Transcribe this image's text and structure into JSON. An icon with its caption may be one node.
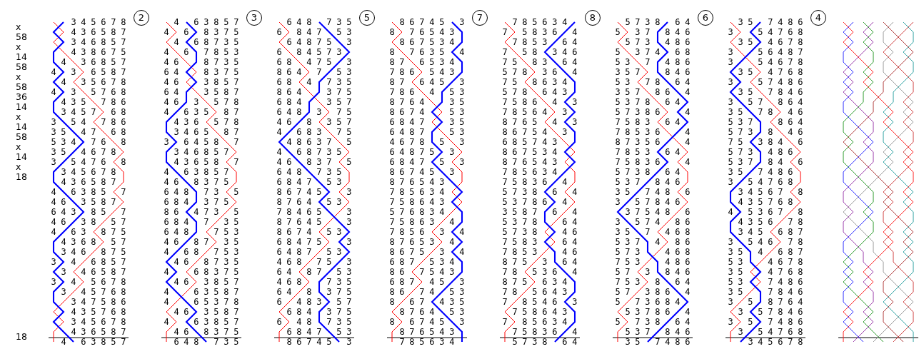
{
  "diagram": {
    "nodes": [
      {
        "text": [
          "2"
        ]
      },
      {
        "text": [
          "3"
        ]
      },
      {
        "text": [
          "5"
        ]
      },
      {
        "text": [
          "7"
        ]
      },
      {
        "text": [
          "8"
        ]
      },
      {
        "text": [
          "6"
        ]
      },
      {
        "text": [
          "4"
        ]
      }
    ],
    "labels": [
      "x",
      "58",
      "x",
      "14",
      "58",
      "x",
      "58",
      "36",
      "14",
      "x",
      "14",
      "58",
      "x",
      "14",
      "x",
      "18",
      "18",
      "3 4 5 6 7 8",
      "4 3 6 5 8 7",
      "3 4 6 8 5 7",
      "4 3 8 6 7 5",
      "4 3 6 8 5 7",
      "4 3 6 5 8 7",
      "4 3 5 6 7 8",
      "4 3 5 7 6 8",
      "4 3 5 7 8 6",
      "3 4 5 7 6 8",
      "3 5 4 7 8 6",
      "3 5 4 7 6 8",
      "5 3 4 7 6 8",
      "3 5 4 6 7 8",
      "3 5 4 7 6 8",
      "3 4 5 6 7 8",
      "4 3 6 5 8 7",
      "4 6 3 8 5 7",
      "4 6 3 5 8 7",
      "6 4 3 8 5 7",
      "4 6 3 8 5 7",
      "4 6 3 8 7 5",
      "4 3 6 8 5 7",
      "3 4 6 8 7 5",
      "3 4 6 8 5 7",
      "3 4 6 5 8 7",
      "3 4 5 6 7 8",
      "3 4 5 7 6 8",
      "3 4 7 5 8 6",
      "4 3 5 7 6 8",
      "3 4 5 6 7 8",
      "4 3 6 5 8 7",
      "4 6 3 8 5 7",
      "4 6 3 8 5 7",
      "4 6 8 3 7 5",
      "4 6 8 7 3 5",
      "4 6 7 8 5 3",
      "4 6 8 7 3 5",
      "6 4 8 3 7 5",
      "4 6 3 8 5 7",
      "6 4 3 5 8 7",
      "4 6 3 5 7 8",
      "4 6 3 5 8 7",
      "4 3 6 5 7 8",
      "3 4 6 5 8 7",
      "3 6 4 5 8 7",
      "3 4 6 8 5 7",
      "4 3 6 5 8 7",
      "4 6 3 8 5 7",
      "4 6 8 3 7 5",
      "6 4 8 7 3 5",
      "6 8 4 3 7 5",
      "8 6 4 7 3 5",
      "6 8 4 7 3 5",
      "6 4 8 7 5 3",
      "4 6 8 7 3 5",
      "4 6 8 7 5 3",
      "4 6 8 7 3 5",
      "4 6 8 3 7 5",
      "4 6 3 8 5 7",
      "4 6 3 5 8 7",
      "4 6 5 3 7 8",
      "4 6 3 5 8 7",
      "4 6 3 8 5 7",
      "4 6 8 3 7 5",
      "6 4 8 7 3 5",
      "6 4 8 7 3 5",
      "6 8 4 7 5 3",
      "6 4 8 7 5 3",
      "6 8 4 5 7 3",
      "6 8 4 7 5 3",
      "8 6 4 7 5 3",
      "6 8 4 7 3 5",
      "8 6 4 3 7 5",
      "6 8 4 3 5 7",
      "6 4 8 3 7 5",
      "4 6 8 3 5 7",
      "4 6 8 3 7 5",
      "4 8 6 3 7 5",
      "4 6 8 7 3 5",
      "4 6 8 3 7 5",
      "6 4 8 7 3 5",
      "6 8 4 7 5 3",
      "8 6 7 4 5 3",
      "8 7 6 4 5 3",
      "7 8 4 6 5 3",
      "8 7 6 4 5 3",
      "8 6 7 4 5 3",
      "6 8 4 7 5 3",
      "6 4 8 7 5 3",
      "4 6 8 7 5 3",
      "6 4 8 7 5 3",
      "4 6 8 7 3 5",
      "6 4 8 3 7 5",
      "6 4 8 3 5 7",
      "6 8 4 3 7 5",
      "6 4 8 7 3 5",
      "6 8 4 7 5 3",
      "8 6 7 4 5 3",
      "8 6 7 4 5 3",
      "8 7 6 5 4 3",
      "8 6 7 5 3 4",
      "8 7 6 3 5 4",
      "8 7 6 5 3 4",
      "7 8 6 5 4 3",
      "8 7 6 4 5 3",
      "7 8 6 4 5 3",
      "8 7 6 4 3 5",
      "8 6 7 4 5 3",
      "6 8 4 7 3 5",
      "6 4 8 7 5 3",
      "4 6 7 8 5 3",
      "6 4 8 7 5 3",
      "6 8 4 7 5 3",
      "8 6 7 4 5 3",
      "8 7 6 5 4 3",
      "7 8 5 6 3 4",
      "7 5 8 6 4 3",
      "5 7 6 8 3 4",
      "7 5 8 6 3 4",
      "7 8 5 6 3 4",
      "8 7 6 5 3 4",
      "8 6 7 5 3 4",
      "6 8 7 5 3 4",
      "8 6 7 5 4 3",
      "6 8 7 4 5 3",
      "8 6 7 4 5 3",
      "8 6 7 4 3 5",
      "8 7 6 4 5 3",
      "8 6 7 4 5 3",
      "8 7 6 5 4 3",
      "7 8 5 6 3 4",
      "7 8 5 6 3 4",
      "7 5 8 3 6 4",
      "7 8 5 3 6 4",
      "7 5 8 3 4 6",
      "7 5 8 3 6 4",
      "5 7 8 3 6 4",
      "7 5 8 6 3 4",
      "5 7 8 6 4 3",
      "7 5 8 6 4 3",
      "7 8 5 6 4 3",
      "8 7 6 5 4 3",
      "8 6 7 5 4 3",
      "6 8 5 7 4 3",
      "8 6 7 5 3 4",
      "8 7 6 5 4 3",
      "7 8 5 6 3 4",
      "7 5 8 3 6 4",
      "5 7 3 8 6 4",
      "5 3 7 8 6 4",
      "3 5 8 7 6 4",
      "5 3 7 8 6 4",
      "5 7 3 8 4 6",
      "7 5 8 3 6 4",
      "7 8 5 3 4 6",
      "8 7 5 3 6 4",
      "7 8 5 3 6 4",
      "8 7 5 6 3 4",
      "7 8 5 6 4 3",
      "7 8 5 4 6 3",
      "7 5 8 6 4 3",
      "7 8 5 6 3 4",
      "7 5 8 3 6 4",
      "5 7 3 8 6 4",
      "5 7 3 8 6 4",
      "5 3 7 8 4 6",
      "5 7 3 4 8 6",
      "5 3 7 4 6 8",
      "5 3 7 4 8 6",
      "3 5 7 8 4 6",
      "5 3 7 8 6 4",
      "3 5 7 8 6 4",
      "5 3 7 8 6 4",
      "5 7 3 8 6 4",
      "7 5 8 3 6 4",
      "7 8 5 3 6 4",
      "8 7 3 5 6 4",
      "7 8 5 3 6 4",
      "7 5 8 3 6 4",
      "5 7 3 8 6 4",
      "5 3 7 8 4 6",
      "3 5 7 4 8 6",
      "3 5 7 8 4 6",
      "3 7 5 4 8 6",
      "3 5 7 4 8 6",
      "3 5 7 4 6 8",
      "5 3 7 4 8 6",
      "5 7 3 4 6 8",
      "7 5 3 4 8 6",
      "5 7 3 8 4 6",
      "7 5 3 8 6 4",
      "5 7 3 8 6 4",
      "5 7 3 6 8 4",
      "5 3 7 8 6 4",
      "5 7 3 8 6 4",
      "5 3 7 8 4 6",
      "3 5 7 4 8 6",
      "3 5 7 4 8 6",
      "3 5 4 7 6 8",
      "3 5 4 6 7 8",
      "3 5 6 4 8 7",
      "3 5 4 6 7 8",
      "3 5 4 7 6 8",
      "3 5 7 4 8 6",
      "3 5 7 8 4 6",
      "3 5 7 8 6 4",
      "3 5 7 8 4 6",
      "5 3 7 8 6 4",
      "5 7 3 8 4 6",
      "7 5 3 8 4 6",
      "5 7 3 4 8 6",
      "5 3 7 8 4 6",
      "3 5 7 4 8 6",
      "3 5 4 7 6 8",
      "3 4 5 6 7 8",
      "4 3 5 7 6 8",
      "4 5 3 6 7 8",
      "4 3 5 6 7 8",
      "3 4 5 6 8 7",
      "3 5 4 6 7 8",
      "3 5 4 6 8 7",
      "5 3 4 6 7 8",
      "3 5 4 7 6 8",
      "5 3 7 4 8 6",
      "3 5 7 8 4 6",
      "3 5 8 7 6 4",
      "3 5 7 8 4 6",
      "3 5 7 4 8 6",
      "3 5 4 7 6 8",
      "3 4 5 6 7 8"
    ]
  }
}
